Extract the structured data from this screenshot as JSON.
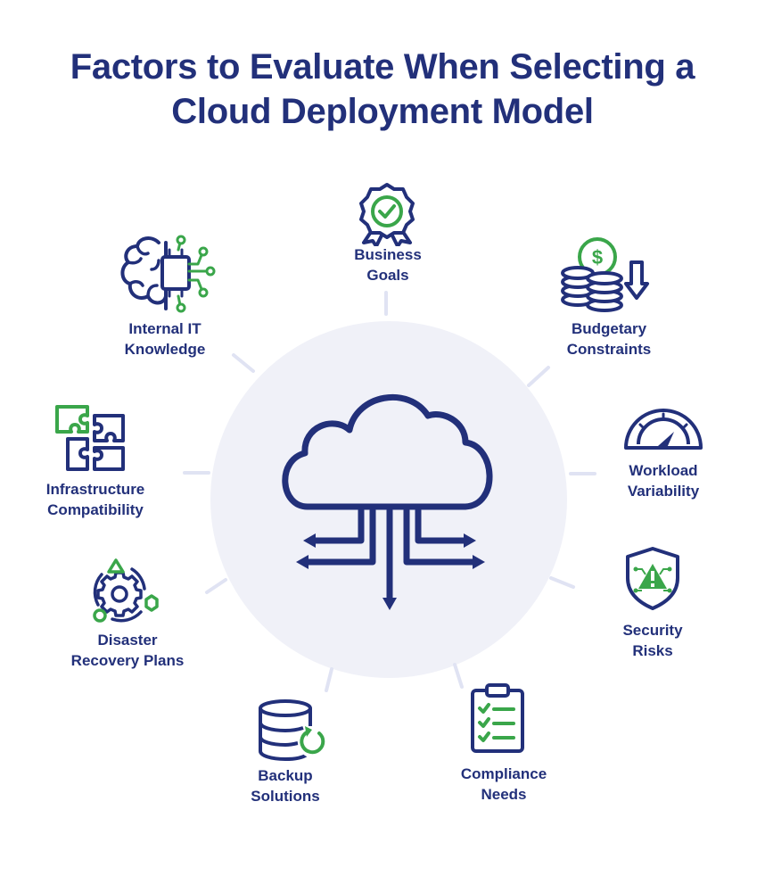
{
  "title": {
    "line1": "Factors to Evaluate When Selecting a",
    "line2": "Cloud Deployment Model"
  },
  "center": {
    "icon": "cloud-distribution-icon"
  },
  "colors": {
    "navy": "#22307a",
    "green": "#3aa64a",
    "circle": "#f0f1f8",
    "connector": "#e0e3f3"
  },
  "factors": [
    {
      "id": "business-goals",
      "icon": "award-badge-check-icon",
      "line1": "Business",
      "line2": "Goals"
    },
    {
      "id": "budgetary-constraints",
      "icon": "coins-dollar-down-icon",
      "line1": "Budgetary",
      "line2": "Constraints"
    },
    {
      "id": "workload-variability",
      "icon": "gauge-icon",
      "line1": "Workload",
      "line2": "Variability"
    },
    {
      "id": "security-risks",
      "icon": "shield-warning-icon",
      "line1": "Security",
      "line2": "Risks"
    },
    {
      "id": "compliance-needs",
      "icon": "clipboard-checklist-icon",
      "line1": "Compliance",
      "line2": "Needs"
    },
    {
      "id": "backup-solutions",
      "icon": "database-refresh-icon",
      "line1": "Backup",
      "line2": "Solutions"
    },
    {
      "id": "disaster-recovery-plans",
      "icon": "gear-cycle-icon",
      "line1": "Disaster",
      "line2": "Recovery Plans"
    },
    {
      "id": "infrastructure-compatibility",
      "icon": "puzzle-icon",
      "line1": "Infrastructure",
      "line2": "Compatibility"
    },
    {
      "id": "internal-it-knowledge",
      "icon": "brain-circuit-icon",
      "line1": "Internal IT",
      "line2": "Knowledge"
    }
  ]
}
